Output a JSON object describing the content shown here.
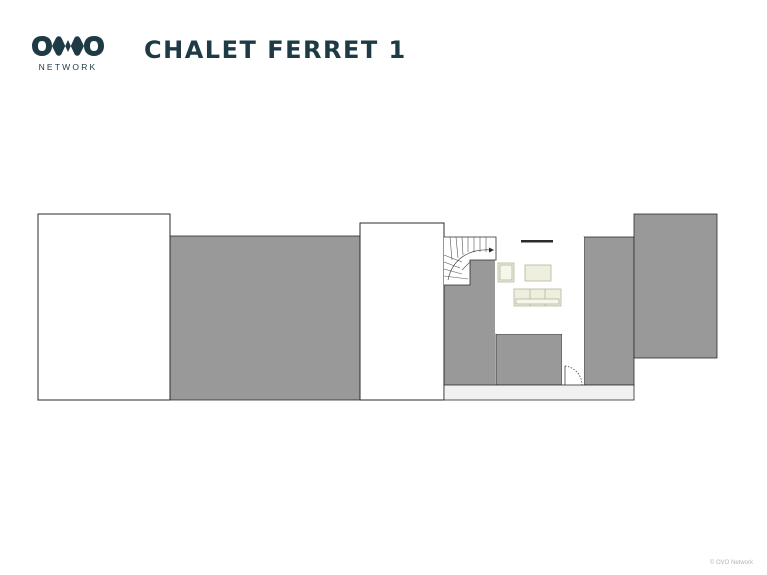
{
  "brand": {
    "logo_text": "NETWORK",
    "logo_icon": "ovo-logo-icon",
    "logo_color": "#1e3a45"
  },
  "header": {
    "title": "CHALET FERRET 1"
  },
  "floorplan": {
    "colors": {
      "outline": "#2b2b2b",
      "unused_area": "#999999",
      "room_floor": "#ffffff",
      "terrace": "#f1f1f1",
      "furniture_fill": "#efefdf",
      "furniture_stroke": "#b3b69a"
    }
  },
  "footer": {
    "copyright": "© OVO Network"
  }
}
